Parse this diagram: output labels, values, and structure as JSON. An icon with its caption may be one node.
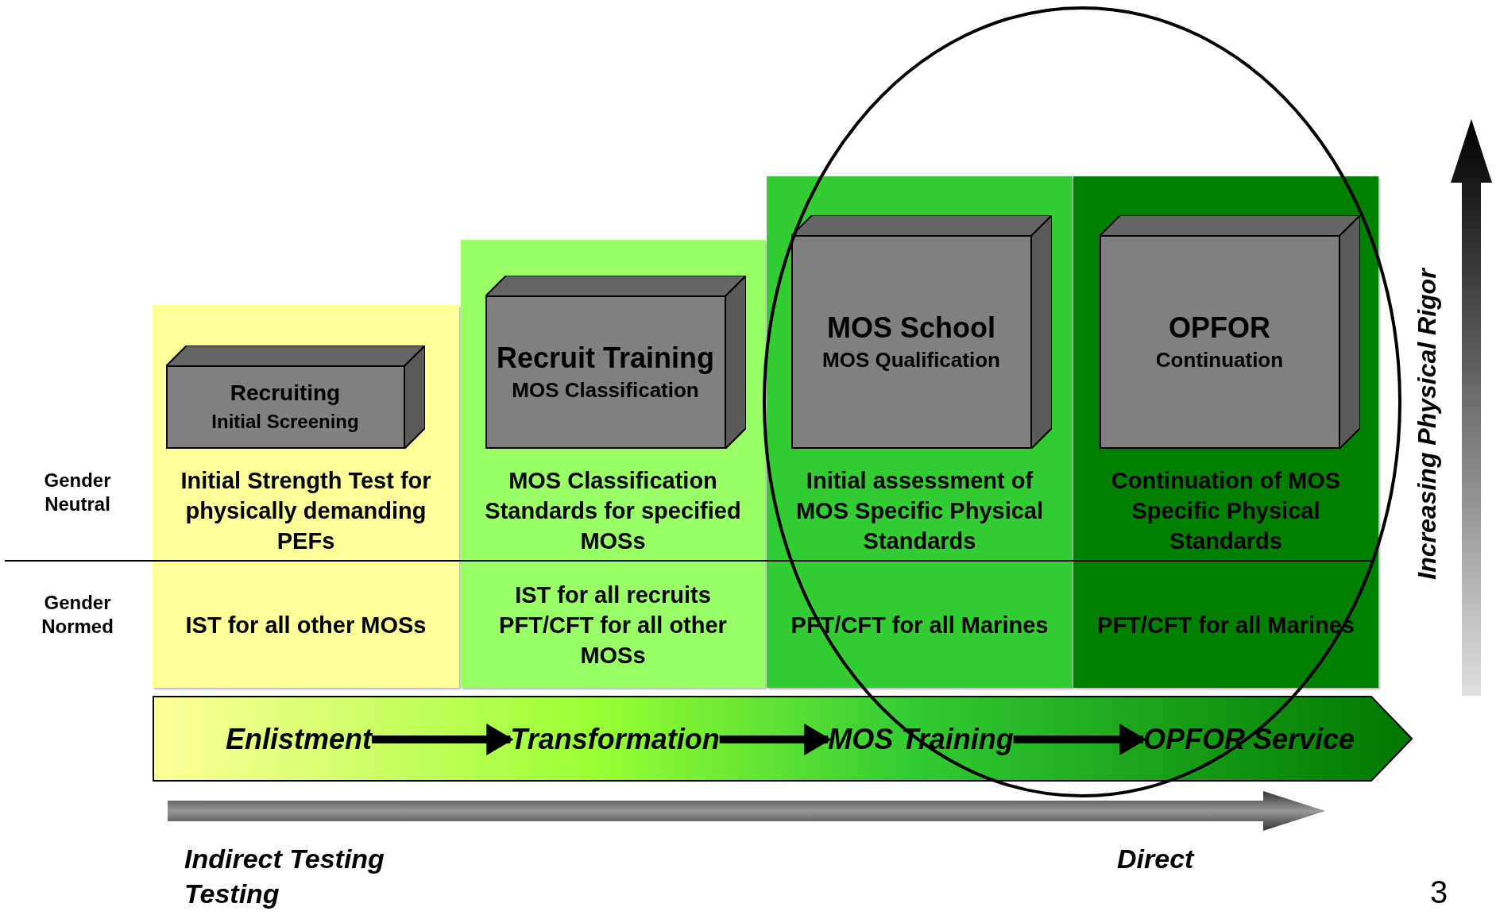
{
  "diagram": {
    "nodes": [
      {
        "text": [
          "Initial Strength Test for physically demanding PEFs",
          "IST for all other MOSs"
        ]
      },
      {
        "text": [
          "Recruiting",
          "Initial Screening"
        ],
        "in": 0
      },
      {
        "text": [
          "MOS Classification Standards for specified MOSs",
          "IST for all recruits PFT/CFT for all other MOSs"
        ]
      },
      {
        "text": [
          "Recruit Training",
          "MOS Classification"
        ],
        "in": 2
      },
      {
        "text": [
          "Initial assessment of MOS Specific Physical Standards",
          "PFT/CFT for all Marines"
        ]
      },
      {
        "text": [
          "MOS School",
          "MOS Qualification"
        ],
        "in": 4
      },
      {
        "text": [
          "Continuation of MOS Specific Physical Standards",
          "PFT/CFT for all Marines"
        ]
      },
      {
        "text": [
          "OPFOR",
          "Continuation"
        ],
        "in": 6
      },
      {
        "text": [],
        "shape": "arrow"
      },
      {
        "text": [
          "Enlistment"
        ],
        "in": 8
      },
      {
        "text": [
          "Transformation"
        ],
        "in": 8
      },
      {
        "text": [
          "MOS Training"
        ],
        "in": 8
      },
      {
        "text": [
          "OPFOR Service"
        ],
        "in": 8
      }
    ],
    "edges": [
      {
        "from": 9,
        "to": 10,
        "arrow": "to"
      },
      {
        "from": 10,
        "to": 11,
        "arrow": "to"
      },
      {
        "from": 11,
        "to": 12,
        "arrow": "to"
      }
    ],
    "labels": [
      "Gender Neutral",
      "Gender Normed",
      "Increasing Physical Rigor",
      "Indirect Testing",
      "Testing",
      "Direct",
      "3"
    ]
  }
}
